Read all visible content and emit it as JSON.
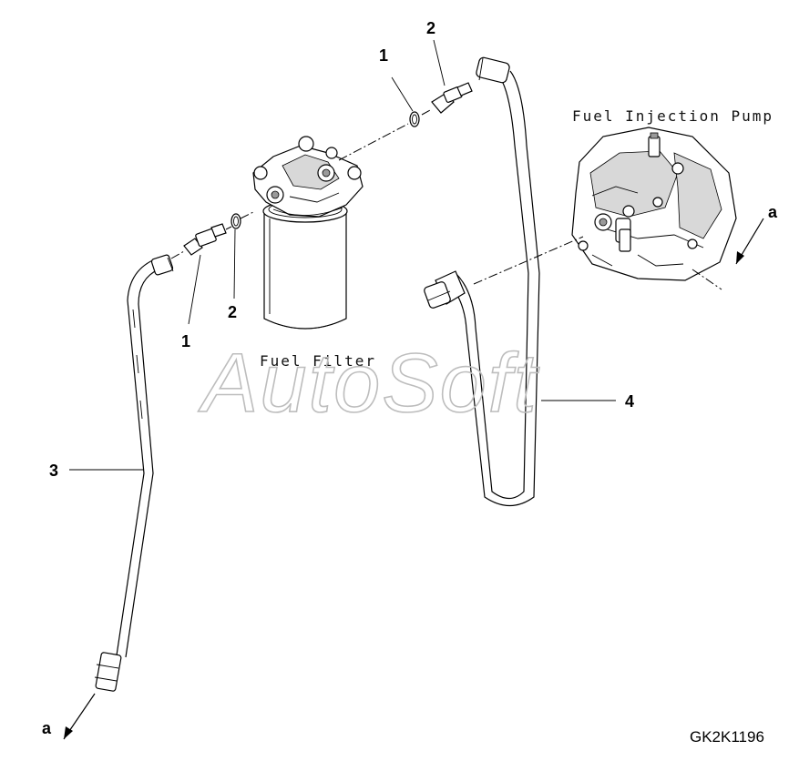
{
  "labels": {
    "pump": "Fuel Injection Pump",
    "filter": "Fuel Filter",
    "watermark": "AutoSoft",
    "figure_code": "GK2K1196"
  },
  "callouts": {
    "c1_top": "1",
    "c2_top": "2",
    "c1_left": "1",
    "c2_left": "2",
    "c3": "3",
    "c4": "4",
    "a_right": "a",
    "a_bottom": "a"
  }
}
